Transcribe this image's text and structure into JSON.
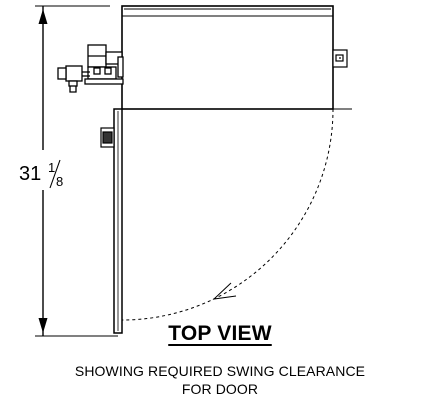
{
  "dimension": {
    "whole": "31",
    "numerator": "1",
    "denominator": "8"
  },
  "view_title": "TOP VIEW",
  "caption": {
    "line1": "SHOWING REQUIRED SWING CLEARANCE",
    "line2": "FOR DOOR"
  }
}
